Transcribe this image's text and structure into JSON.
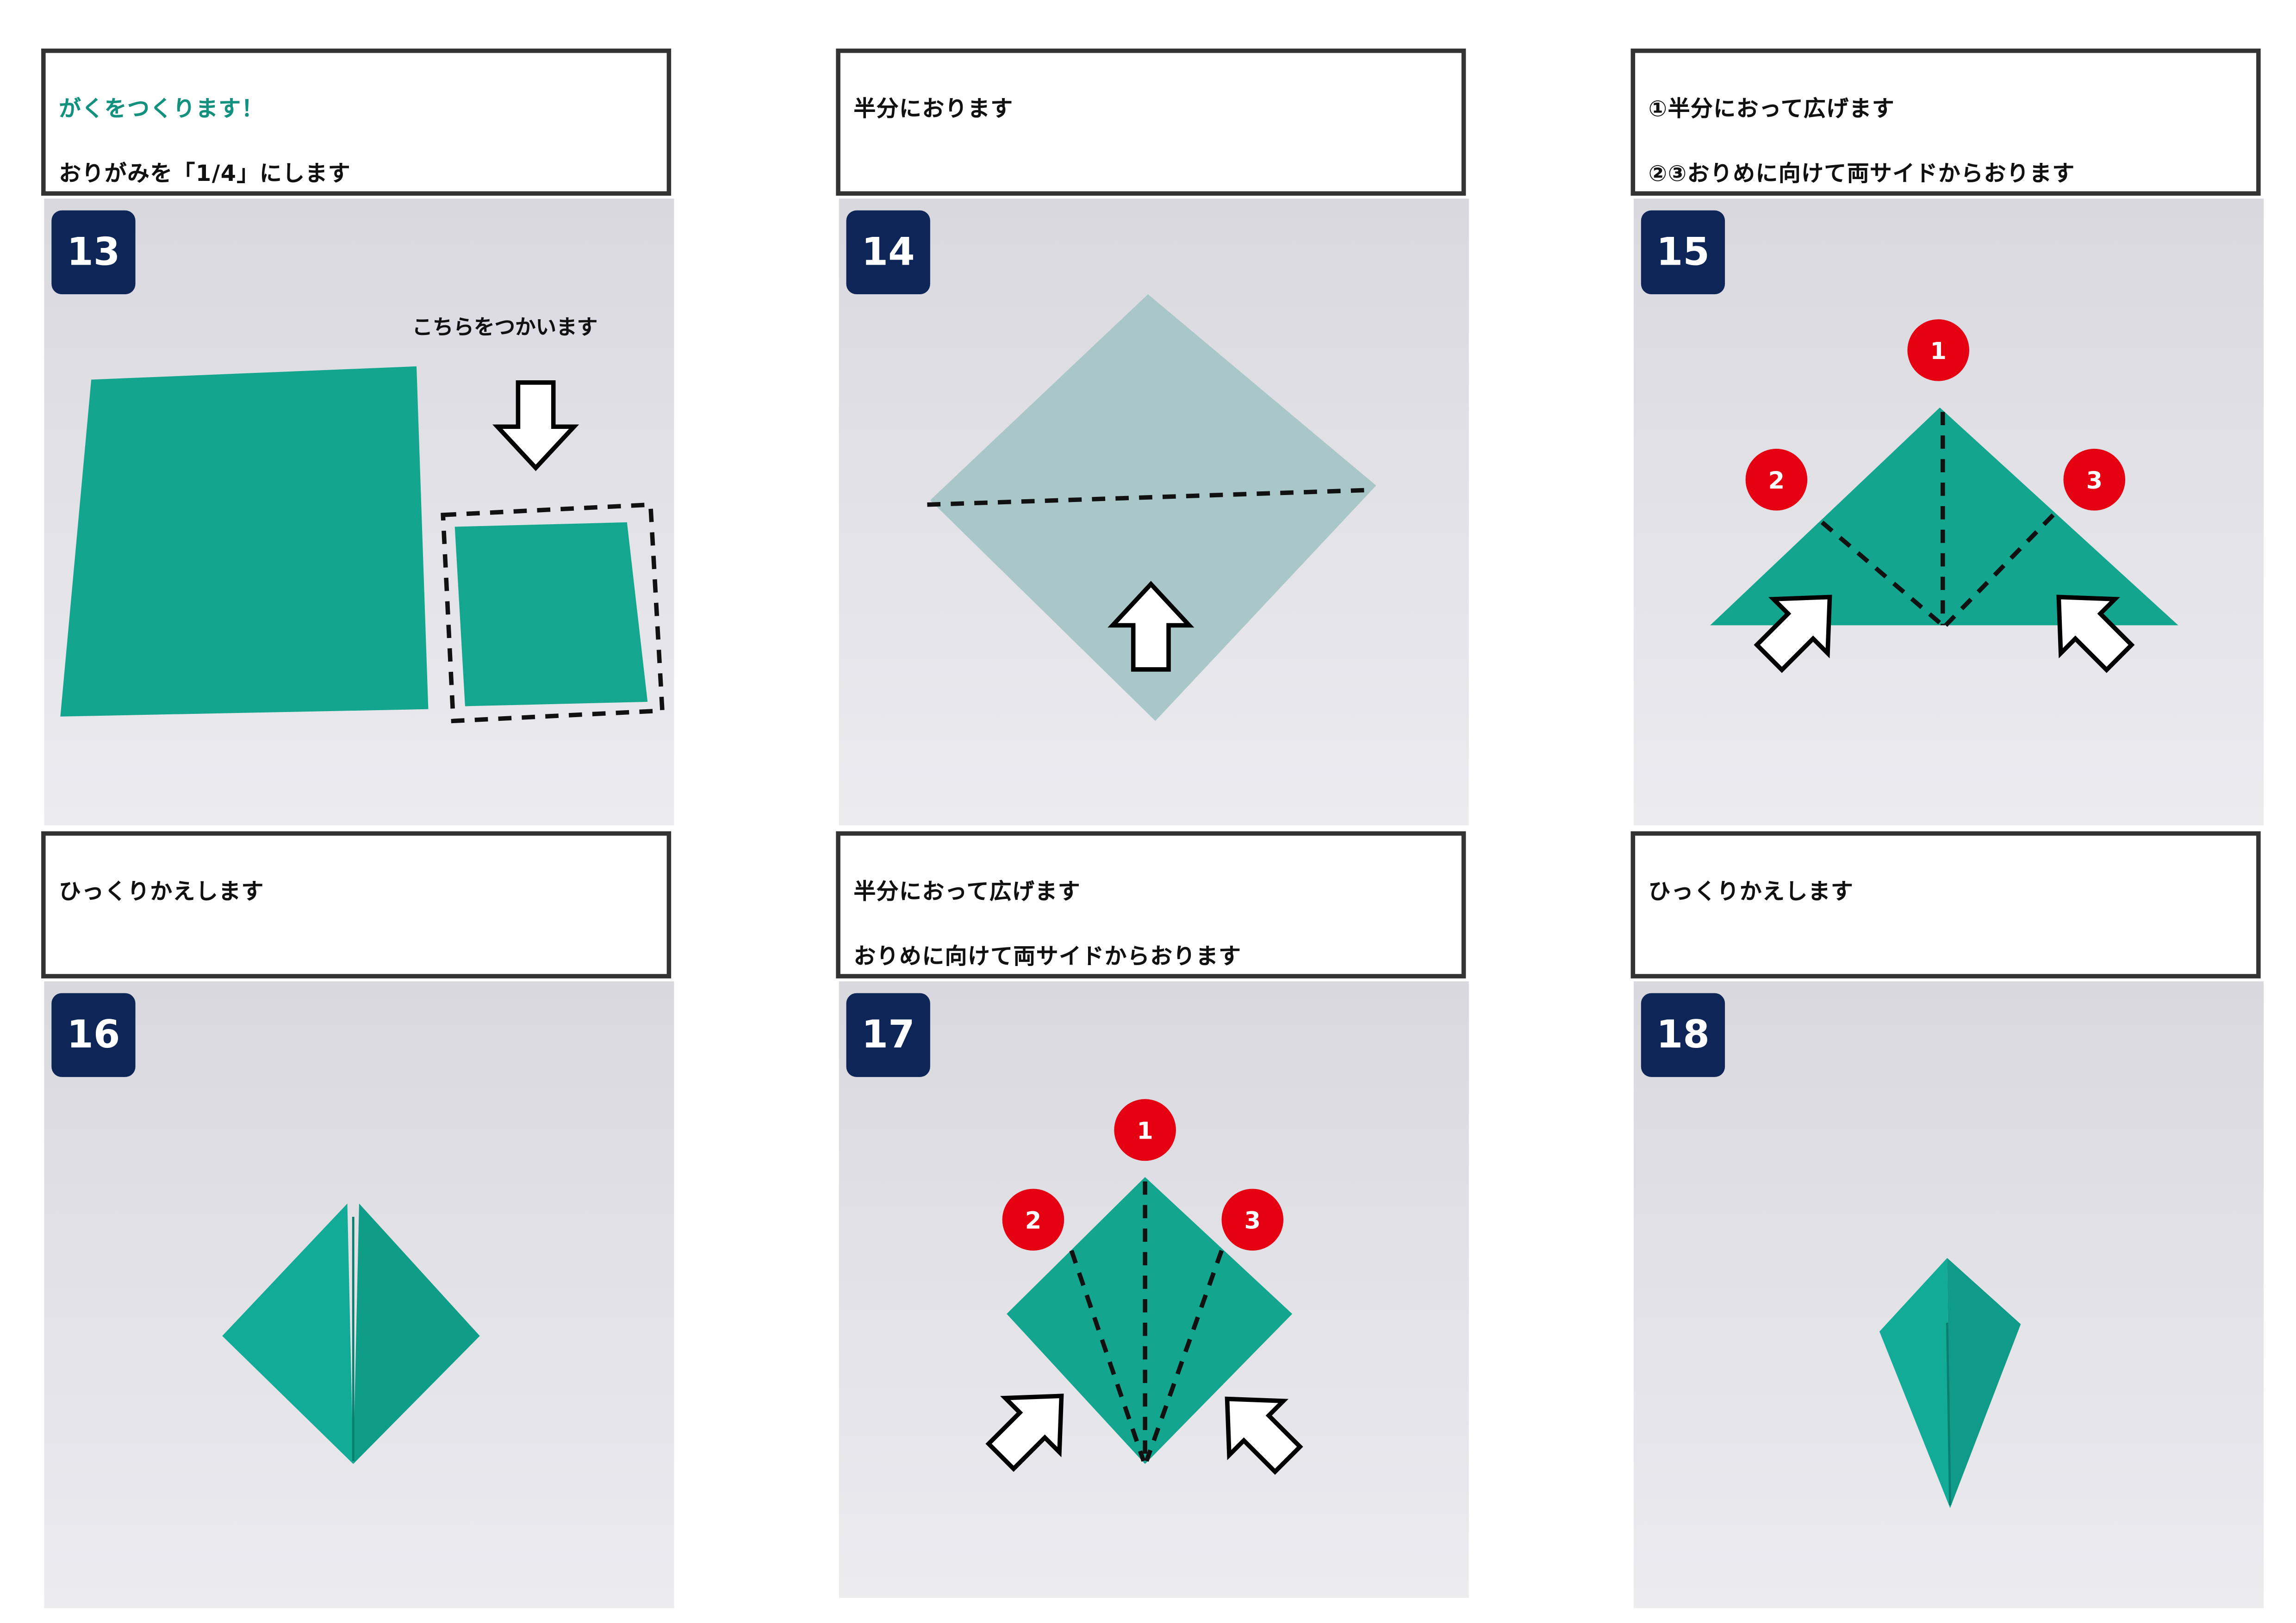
{
  "colors": {
    "paper": "#13a58e",
    "paper_light": "#a9c7c9",
    "badge": "#0d2557",
    "marker": "#e50012",
    "heading": "#13917e"
  },
  "steps": [
    {
      "number": "13",
      "heading": "がくをつくります！",
      "lines": [
        "おりがみを「1/4」にします"
      ],
      "note": "こちらをつかいます"
    },
    {
      "number": "14",
      "lines": [
        "半分におります"
      ]
    },
    {
      "number": "15",
      "lines": [
        "①半分におって広げます",
        "②③おりめに向けて両サイドからおります"
      ],
      "markers": [
        "1",
        "2",
        "3"
      ]
    },
    {
      "number": "16",
      "lines": [
        "ひっくりかえします"
      ]
    },
    {
      "number": "17",
      "lines": [
        "半分におって広げます",
        "おりめに向けて両サイドからおります"
      ],
      "markers": [
        "1",
        "2",
        "3"
      ]
    },
    {
      "number": "18",
      "lines": [
        "ひっくりかえします"
      ]
    }
  ]
}
